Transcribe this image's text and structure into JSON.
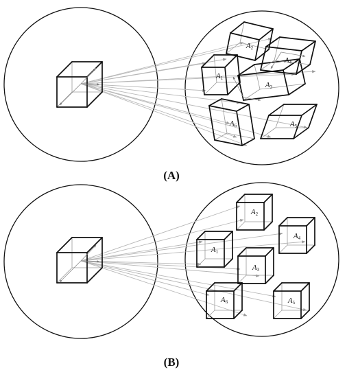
{
  "panels": [
    {
      "label": "(A)",
      "cubes": [
        {
          "main": "A",
          "sub": "1"
        },
        {
          "main": "A",
          "sub": "2"
        },
        {
          "main": "A",
          "sub": "3"
        },
        {
          "main": "A",
          "sub": "4"
        },
        {
          "main": "A",
          "sub": "5"
        },
        {
          "main": "A",
          "sub": "6"
        }
      ]
    },
    {
      "label": "(B)",
      "cubes": [
        {
          "main": "A",
          "sub": "1"
        },
        {
          "main": "A",
          "sub": "2"
        },
        {
          "main": "A",
          "sub": "3"
        },
        {
          "main": "A",
          "sub": "4"
        },
        {
          "main": "A",
          "sub": "5"
        },
        {
          "main": "A",
          "sub": "6"
        }
      ]
    }
  ]
}
